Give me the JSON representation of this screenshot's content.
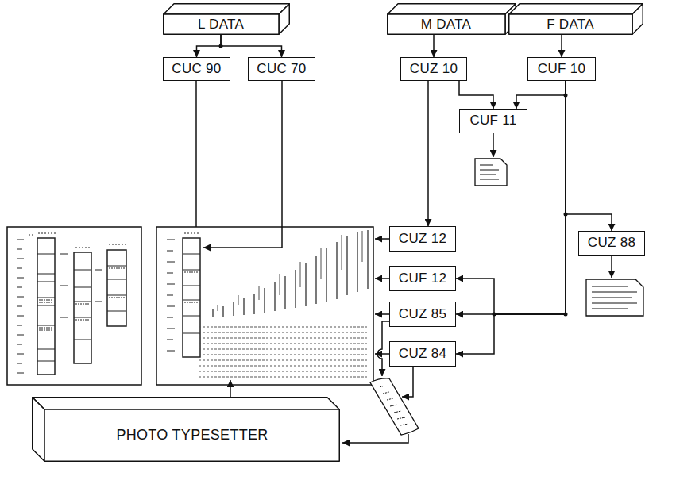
{
  "diagram": {
    "nodes": [
      {
        "text": [
          "L DATA"
        ]
      },
      {
        "text": [
          "M DATA"
        ]
      },
      {
        "text": [
          "F DATA"
        ]
      },
      {
        "text": [
          "CUC 90"
        ]
      },
      {
        "text": [
          "CUC 70"
        ]
      },
      {
        "text": [
          "CUZ 10"
        ]
      },
      {
        "text": [
          "CUF 10"
        ]
      },
      {
        "text": [
          "CUF 11"
        ]
      },
      {
        "text": [
          "CUZ 12"
        ]
      },
      {
        "text": [
          "CUZ 88"
        ]
      },
      {
        "text": [
          "CUF 12"
        ]
      },
      {
        "text": [
          "CUZ 85"
        ]
      },
      {
        "text": [
          "CUZ 84"
        ]
      },
      {
        "text": [
          "PHOTO TYPESETTER"
        ]
      }
    ],
    "edges": [
      {
        "from": 0,
        "to": 3,
        "arrow": "to"
      },
      {
        "from": 0,
        "to": 4,
        "arrow": "to"
      },
      {
        "from": 1,
        "to": 5,
        "arrow": "to"
      },
      {
        "from": 2,
        "to": 6,
        "arrow": "to"
      },
      {
        "from": 5,
        "to": 7,
        "arrow": "to"
      },
      {
        "from": 6,
        "to": 7,
        "arrow": "to"
      },
      {
        "from": 5,
        "to": 8,
        "arrow": "to"
      },
      {
        "from": 6,
        "to": 9,
        "arrow": "to"
      },
      {
        "from": 6,
        "to": 10,
        "arrow": "to"
      },
      {
        "from": 6,
        "to": 11,
        "arrow": "to"
      },
      {
        "from": 6,
        "to": 12,
        "arrow": "to"
      }
    ]
  }
}
